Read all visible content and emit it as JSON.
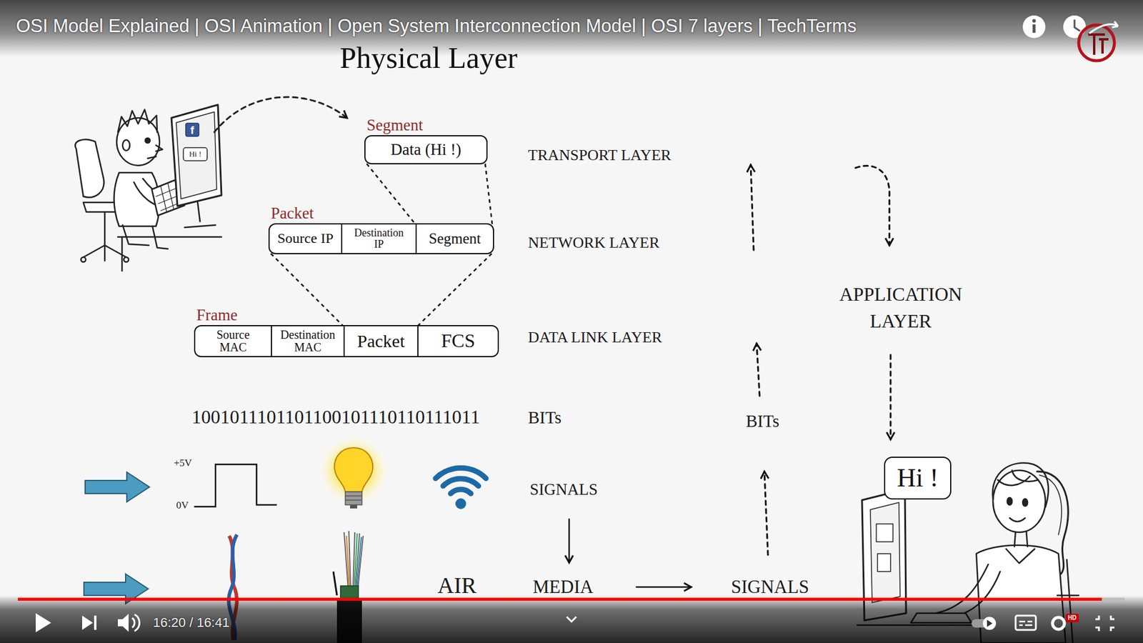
{
  "diagram": {
    "title": "Physical Layer",
    "nodes": [
      {
        "text": [
          "Segment",
          "Data (Hi !)"
        ]
      },
      {
        "text": [
          "Packet"
        ]
      },
      {
        "text": [
          "Source IP"
        ],
        "in": 1
      },
      {
        "text": [
          "Destination IP"
        ],
        "in": 1
      },
      {
        "text": [
          "Segment"
        ],
        "in": 1
      },
      {
        "text": [
          "Frame"
        ]
      },
      {
        "text": [
          "Source MAC"
        ],
        "in": 5
      },
      {
        "text": [
          "Destination MAC"
        ],
        "in": 5
      },
      {
        "text": [
          "Packet"
        ],
        "in": 5
      },
      {
        "text": [
          "FCS"
        ],
        "in": 5
      },
      {
        "text": [
          "Hi !"
        ]
      }
    ],
    "edges": [
      {
        "from": 0,
        "to": 4,
        "arrow": "none"
      },
      {
        "from": 1,
        "to": 8,
        "arrow": "none"
      }
    ],
    "labels": [
      "OSI Model Explained | OSI Animation | Open System Interconnection Model | OSI 7 layers | TechTerms",
      "f",
      "Hi !",
      "TRANSPORT LAYER",
      "NETWORK LAYER",
      "DATA LINK LAYER",
      "1001011101101100101110110111011",
      "BITs",
      "+5V",
      "0V",
      "SIGNALS",
      "AIR",
      "MEDIA",
      "BITs",
      "SIGNALS",
      "APPLICATION LAYER",
      "16:20 / 16:41",
      "HD"
    ]
  }
}
